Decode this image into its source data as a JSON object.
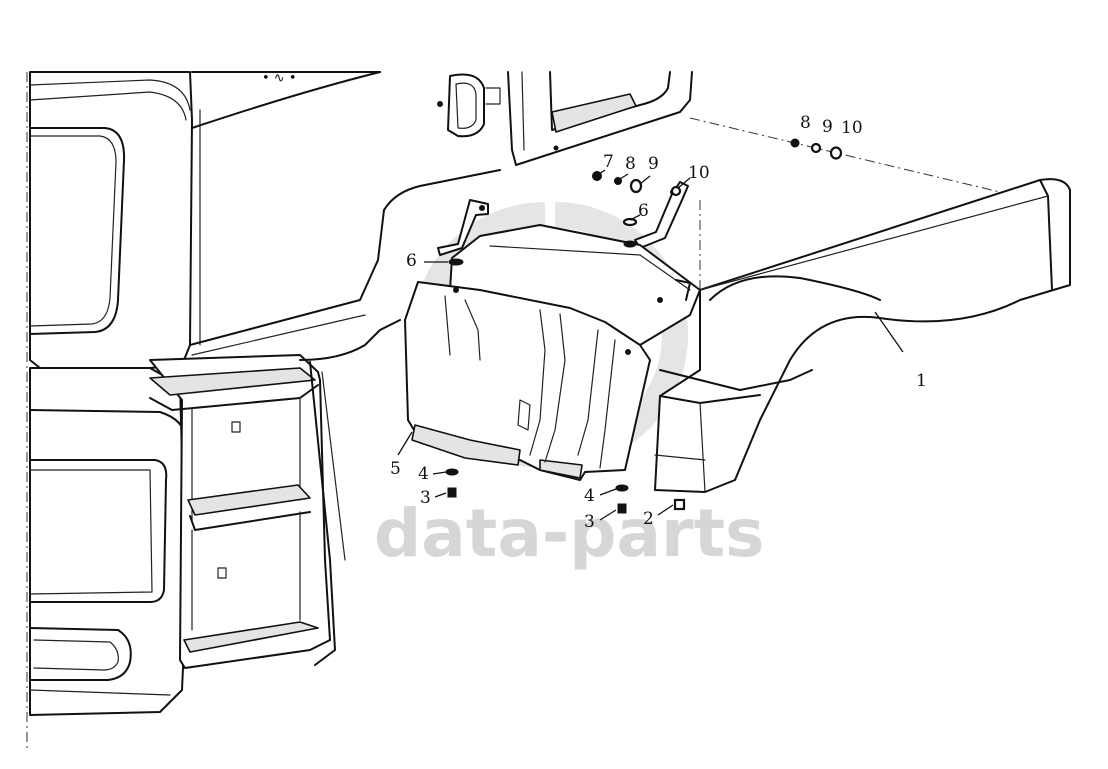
{
  "watermark": {
    "text": "data-parts"
  },
  "callouts": [
    {
      "id": "c1",
      "label": "1"
    },
    {
      "id": "c2",
      "label": "2"
    },
    {
      "id": "c3a",
      "label": "3"
    },
    {
      "id": "c3b",
      "label": "3"
    },
    {
      "id": "c4a",
      "label": "4"
    },
    {
      "id": "c4b",
      "label": "4"
    },
    {
      "id": "c5",
      "label": "5"
    },
    {
      "id": "c6a",
      "label": "6"
    },
    {
      "id": "c6b",
      "label": "6"
    },
    {
      "id": "c7",
      "label": "7"
    },
    {
      "id": "c8a",
      "label": "8"
    },
    {
      "id": "c8b",
      "label": "8"
    },
    {
      "id": "c9a",
      "label": "9"
    },
    {
      "id": "c9b",
      "label": "9"
    },
    {
      "id": "c10a",
      "label": "10"
    },
    {
      "id": "c10b",
      "label": "10"
    }
  ]
}
